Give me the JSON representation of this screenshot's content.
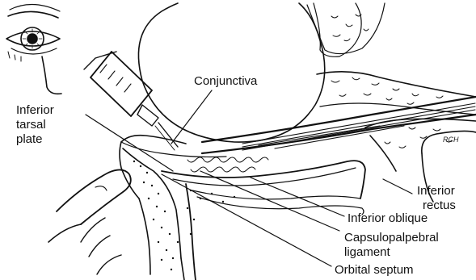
{
  "labels": {
    "conjunctiva": "Conjunctiva",
    "inferior_tarsal_plate_line1": "Inferior",
    "inferior_tarsal_plate_line2": "tarsal",
    "inferior_tarsal_plate_line3": "plate",
    "inferior_rectus_line1": "Inferior",
    "inferior_rectus_line2": "rectus",
    "inferior_oblique": "Inferior oblique",
    "capsulopalpebral_line1": "Capsulopalpebral",
    "capsulopalpebral_line2": "ligament",
    "orbital_septum": "Orbital septum"
  },
  "signature": "RCH",
  "colors": {
    "ink": "#111111",
    "paper": "#ffffff"
  },
  "icons": {
    "eye_inset": "eye-icon",
    "syringe": "syringe-icon",
    "finger": "finger-icon"
  }
}
